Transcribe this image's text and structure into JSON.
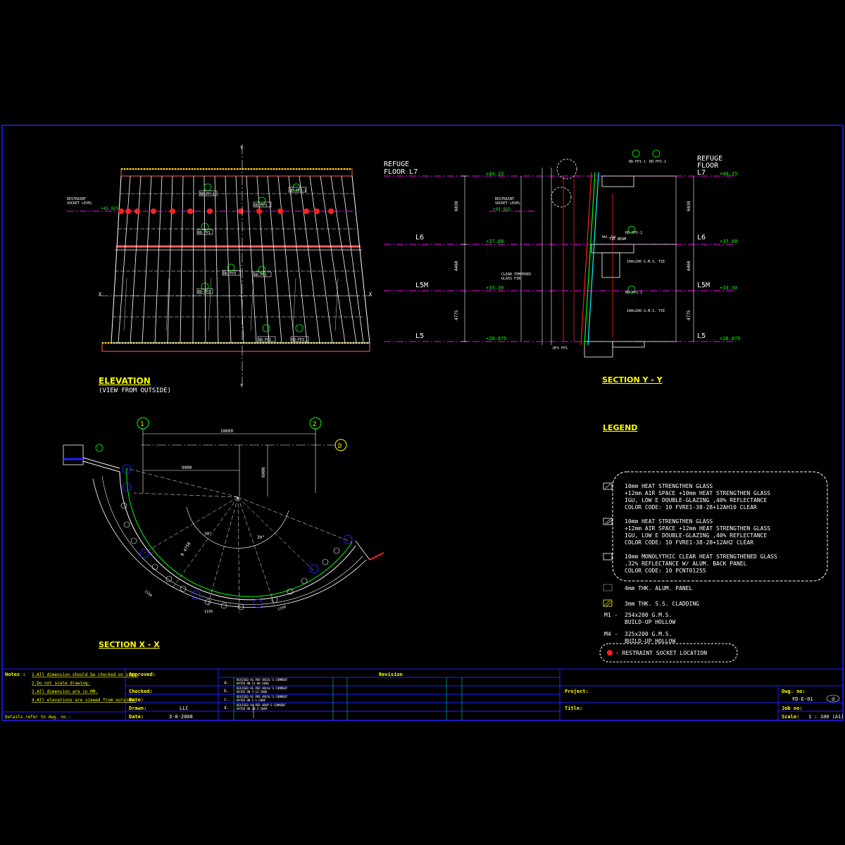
{
  "colors": {
    "background": "#000000",
    "frame": "#2020ff",
    "line": "#ffffff",
    "level": "#ff00ff",
    "grid": "#00cc00",
    "title": "#ffff00",
    "restraint": "#ff2020",
    "panel_tag": "#00ff00",
    "cyan": "#00ffff"
  },
  "elevation": {
    "title": "ELEVATION",
    "subtitle": "(VIEW FROM OUTSIDE)",
    "restraint_label_1": "RESTRAINT",
    "restraint_label_2": "SOCKET LEVEL",
    "restraint_level": "+45.925",
    "panel_tags": [
      "RD-FP-1",
      "RD-FP3-1",
      "RD-FP1",
      "RD-FP3",
      "RD-FP3",
      "RD-FP1",
      "RD-FP3",
      "RD-FP1",
      "RD-FP3"
    ],
    "cut_x": "X",
    "cut_y": "Y"
  },
  "section_yy": {
    "title": "SECTION Y - Y",
    "refuge_left_1": "REFUGE",
    "refuge_left_2": "FLOOR L7",
    "refuge_right_1": "REFUGE",
    "refuge_right_2": "FLOOR",
    "refuge_right_3": "L7",
    "levels": [
      {
        "name": "L6",
        "value": "+37.88"
      },
      {
        "name": "L5M",
        "value": "+33.30"
      },
      {
        "name": "L5",
        "value": "+28.875"
      }
    ],
    "top_level": "+44.15",
    "restraint_1": "RESTRAINT",
    "restraint_2": "SOCKET LEVEL",
    "restraint_level": "+45.925",
    "clear_glass_1": "CLEAR TEMPERED",
    "clear_glass_2": "GLASS FIN",
    "dims": [
      "6030",
      "4460",
      "4775"
    ],
    "tags": [
      "RD-FP1-1",
      "RD-FP1-1",
      "RD-FP1-1",
      "RD-FP1-1"
    ],
    "notes": [
      "TIE BEAM",
      "MAX. 750",
      "100x200 G.M.S. TIE",
      "100x200 G.M.S. TIE",
      "DFS FP1"
    ]
  },
  "section_xx": {
    "title": "SECTION X - X",
    "grid_1": "1",
    "grid_2": "2",
    "grid_d": "D",
    "dim_top": "18600",
    "dim_inner": "9000",
    "dim_vert": "6000",
    "angle_1": "30°",
    "angle_2": "30°",
    "radius": "R 4750",
    "seg": "1150"
  },
  "legend": {
    "title": "LEGEND",
    "items": [
      {
        "l1": "10mm HEAT STRENGTHEN GLASS",
        "l2": "+12mm AIR SPACE +10mm HEAT STRENGTHEN GLASS",
        "l3": "IGU, LOW E DOUBLE-GLAZING ,40% REFLECTANCE",
        "l4": "COLOR CODE: 10 FVRE1-38-28+12AH10 CLEAR"
      },
      {
        "l1": "10mm HEAT STRENGTHEN GLASS",
        "l2": "+12mm AIR SPACE +12mm HEAT STRENGTHEN GLASS",
        "l3": "IGU, LOW E DOUBLE-GLAZING ,40% REFLECTANCE",
        "l4": "COLOR CODE: 10 FVRE1-38-28+12AH2 CLEAR"
      },
      {
        "l1": "10mm MONOLYTHIC CLEAR HEAT STRENGTHENED GLASS",
        "l2": ",32% REFLECTANCE W/ ALUM. BACK PANEL",
        "l3": "COLOR CODE: 10 PCNT01255"
      }
    ],
    "panel": "4mm THK. ALUM. PANEL",
    "cladding": "3mm THK. S.S. CLADDING",
    "m1_tag": "M1 -",
    "m1_1": "254x200 G.M.S.",
    "m1_2": "BUILD-UP HOLLOW",
    "m4_tag": "M4 -",
    "m4_1": "325x200 G.M.S.",
    "m4_2": "BUILD-UP HOLLOW",
    "restraint": "- RESTRAINT SOCKET LOCATION"
  },
  "title_block": {
    "notes_label": "Notes :",
    "notes": [
      "1.All dimension should be checked on site.",
      "2.Do not scale drawing.",
      "3.All dimension are in MM.",
      "4.All elevations are viewed from outside."
    ],
    "details": "Details refer to dwg. no.:",
    "approved": "Approved:",
    "checked": "Checked:",
    "date_label_1": "Date:",
    "drawn": "Drawn:",
    "drawn_value": "LLC",
    "date_label_2": "Date:",
    "date_value": "3-8-2008",
    "revision": "Revision",
    "rev_rows": [
      {
        "mark": "a.",
        "t1": "REVISED AS PER ARCAL'S COMMENT",
        "t2": "DATED ON 21-08-2008"
      },
      {
        "mark": "b.",
        "t1": "REVISED AS PER ARCAL'S COMMENT",
        "t2": "DATED ON 3-12-2008"
      },
      {
        "mark": "c.",
        "t1": "REVISED AS PER ARCAL'S COMMENT",
        "t2": "DATED ON 5-1-2009"
      },
      {
        "mark": "d.",
        "t1": "REVISED AS PER ARUP'S COMMENT",
        "t2": "DATED ON 28-2-2009"
      }
    ],
    "project": "Project:",
    "title": "Title:",
    "dwg_no_label": "Dwg. no:",
    "dwg_no": "FD-E-01",
    "rev_mark": "d",
    "job_no": "Job no:",
    "scale_label": "Scale:",
    "scale_value": "1 : 100 (A1)"
  }
}
